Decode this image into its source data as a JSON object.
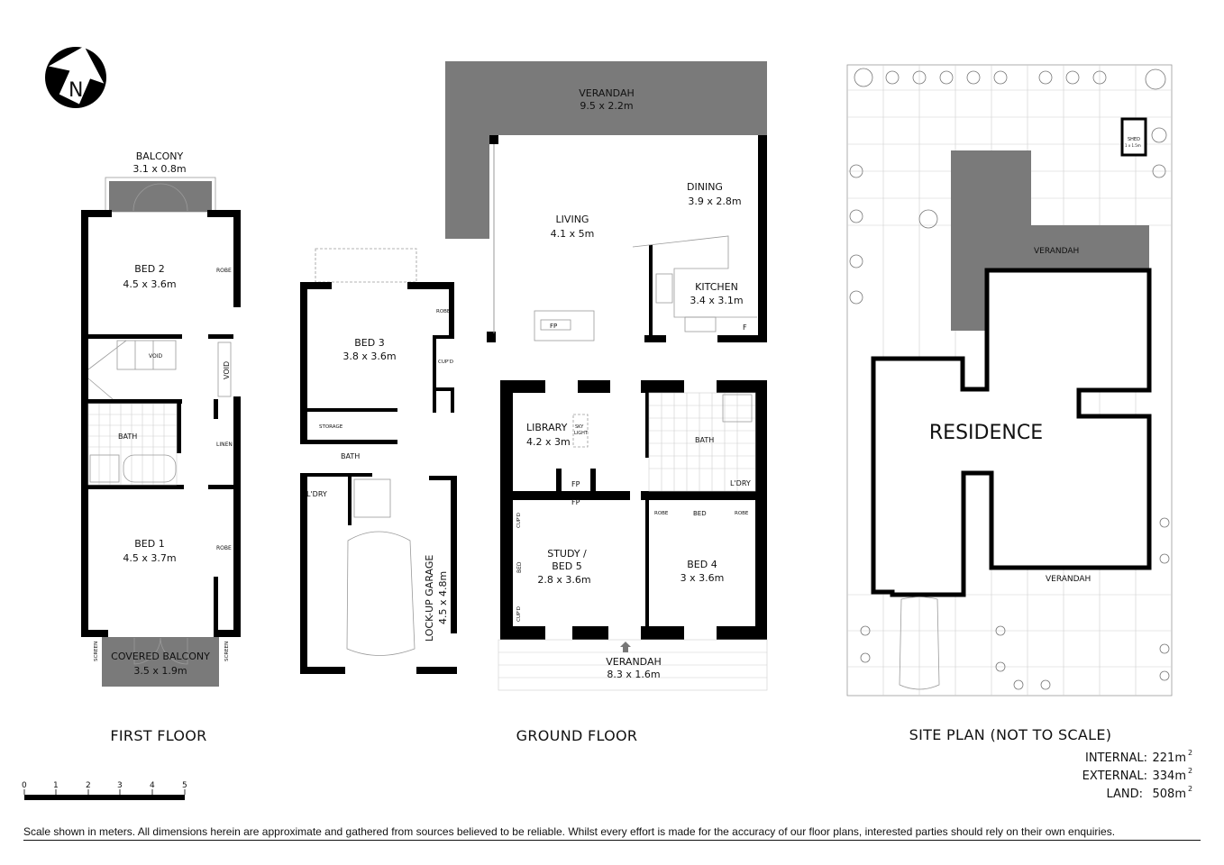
{
  "compass": {
    "label": "N"
  },
  "first_floor": {
    "title": "FIRST FLOOR",
    "rooms": [
      {
        "name": "BALCONY",
        "size": "3.1 x 0.8m"
      },
      {
        "name": "BED 2",
        "size": "4.5 x 3.6m"
      },
      {
        "name": "BED 1",
        "size": "4.5 x 3.7m"
      },
      {
        "name": "COVERED BALCONY",
        "size": "3.5 x 1.9m"
      }
    ],
    "labels": {
      "robe_1": "ROBE",
      "robe_2": "ROBE",
      "void_1": "VOID",
      "void_2": "VOID",
      "bath": "BATH",
      "linen": "LINEN",
      "screen_left": "SCREEN",
      "screen_right": "SCREEN"
    }
  },
  "ground_floor": {
    "title": "GROUND FLOOR",
    "rooms": [
      {
        "name": "VERANDAH",
        "size": "9.5 x 2.2m"
      },
      {
        "name": "LIVING",
        "size": "4.1 x 5m"
      },
      {
        "name": "DINING",
        "size": "3.9 x 2.8m"
      },
      {
        "name": "KITCHEN",
        "size": "3.4 x 3.1m"
      },
      {
        "name": "BED 3",
        "size": "3.8 x 3.6m"
      },
      {
        "name": "LIBRARY",
        "size": "4.2 x 3m"
      },
      {
        "name": "STUDY /",
        "name2": "BED 5",
        "size": "2.8 x 3.6m"
      },
      {
        "name": "BED 4",
        "size": "3 x 3.6m"
      },
      {
        "name": "LOCK-UP GARAGE",
        "size": "4.5 x 4.8m"
      },
      {
        "name": "VERANDAH",
        "size": "8.3 x 1.6m"
      }
    ],
    "labels": {
      "fp_living": "FP",
      "fp_library": "FP",
      "fp_study": "FP",
      "fridge": "F",
      "robe_bed3": "ROBE",
      "cupd_hall": "CUP'D",
      "storage": "STORAGE",
      "bath_small": "BATH",
      "laundry_left": "L'DRY",
      "bath_main": "BATH",
      "laundry_main": "L'DRY",
      "skylight_1": "SKY",
      "skylight_2": "LIGHT",
      "robe_bed4_l": "ROBE",
      "bed_bed4": "BED",
      "robe_bed4_r": "ROBE",
      "cupd_study_1": "CUP'D",
      "bed_study": "BED",
      "cupd_study_2": "CUP'D"
    }
  },
  "site_plan": {
    "title": "SITE PLAN (NOT TO SCALE)",
    "residence": "RESIDENCE",
    "verandah_rear": "VERANDAH",
    "verandah_front": "VERANDAH",
    "shed": {
      "name": "SHED",
      "size": "1 x 1.5m"
    }
  },
  "areas": {
    "internal_label": "INTERNAL:",
    "internal_value": "221m",
    "internal_sup": "2",
    "external_label": "EXTERNAL:",
    "external_value": "334m",
    "external_sup": "2",
    "land_label": "LAND:",
    "land_value": "508m",
    "land_sup": "2"
  },
  "scale_bar": {
    "ticks": [
      "0",
      "1",
      "2",
      "3",
      "4",
      "5"
    ],
    "unit": "meters"
  },
  "disclaimer": "Scale shown in meters. All dimensions herein are approximate and gathered from sources believed to be  reliable. Whilst every effort is made for the accuracy of our floor plans, interested parties should rely on their own enquiries."
}
